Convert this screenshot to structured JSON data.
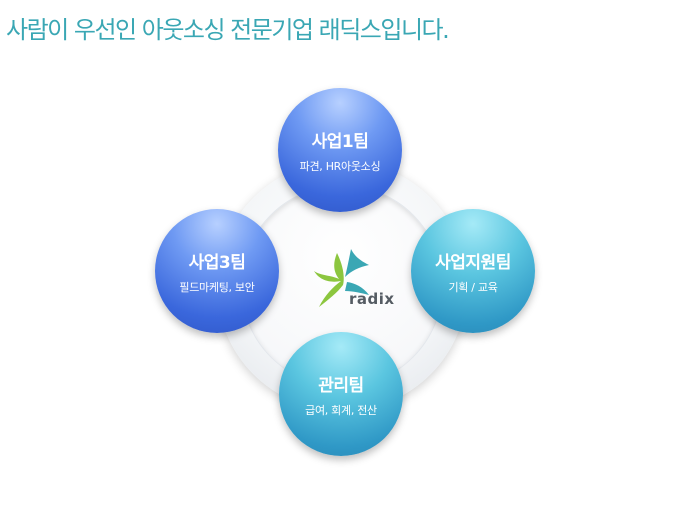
{
  "header": {
    "title": "사람이 우선인 아웃소싱 전문기업 래딕스입니다."
  },
  "center": {
    "logo_text": "radix"
  },
  "nodes": [
    {
      "title": "사업1팀",
      "subtitle": "파견, HR아웃소싱"
    },
    {
      "title": "사업3팀",
      "subtitle": "필드마케팅, 보안"
    },
    {
      "title": "사업지원팀",
      "subtitle": "기획 / 교육"
    },
    {
      "title": "관리팀",
      "subtitle": "급여, 회계, 전산"
    }
  ],
  "colors": {
    "headline": "#3aa7b4",
    "node_blue": "#3a67dc",
    "node_teal": "#2f98c6",
    "logo_green": "#8cc63f",
    "logo_teal": "#3aa7b4"
  }
}
